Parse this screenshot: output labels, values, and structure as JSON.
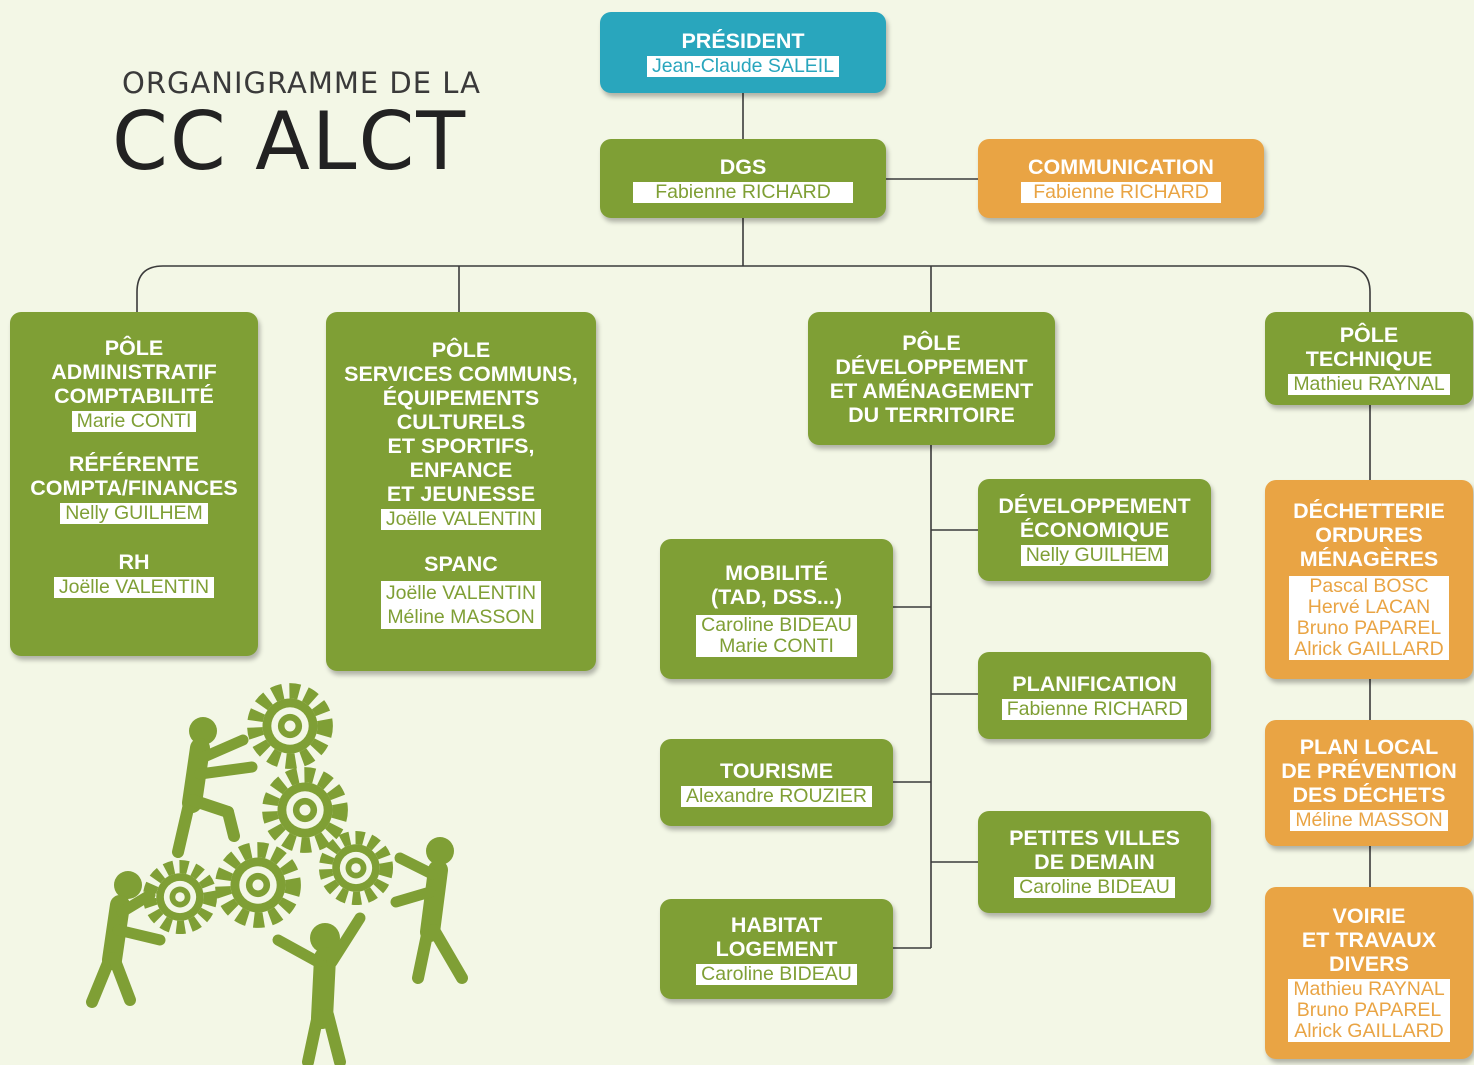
{
  "title": {
    "line1": "ORGANIGRAMME DE LA",
    "line2": "CC ALCT"
  },
  "colors": {
    "green": "#7f9f35",
    "orange": "#e9a444",
    "teal": "#29a6bd",
    "background": "#f3f7e6"
  },
  "president": {
    "title": "PRÉSIDENT",
    "name": "Jean-Claude SALEIL"
  },
  "dgs": {
    "title": "DGS",
    "name": "Fabienne RICHARD"
  },
  "communication": {
    "title": "COMMUNICATION",
    "name": "Fabienne RICHARD"
  },
  "pole_admin": {
    "title": "PÔLE\nADMINISTRATIF\nCOMPTABILITÉ",
    "name": "Marie CONTI",
    "referente_title": "RÉFÉRENTE\nCOMPTA/FINANCES",
    "referente_name": "Nelly GUILHEM",
    "rh_title": "RH",
    "rh_name": "Joëlle VALENTIN"
  },
  "pole_services": {
    "title": "PÔLE\nSERVICES COMMUNS,\nÉQUIPEMENTS\nCULTURELS\nET SPORTIFS,\nENFANCE\nET JEUNESSE",
    "name": "Joëlle VALENTIN",
    "spanc_title": "SPANC",
    "spanc_names": "Joëlle VALENTIN\nMéline MASSON"
  },
  "pole_dev": {
    "title": "PÔLE\nDÉVELOPPEMENT\nET AMÉNAGEMENT\nDU TERRITOIRE"
  },
  "mobilite": {
    "title": "MOBILITÉ\n(TAD, DSS...)",
    "names": "Caroline BIDEAU\nMarie CONTI"
  },
  "tourisme": {
    "title": "TOURISME",
    "name": "Alexandre ROUZIER"
  },
  "habitat": {
    "title": "HABITAT\nLOGEMENT",
    "name": "Caroline BIDEAU"
  },
  "dev_eco": {
    "title": "DÉVELOPPEMENT\nÉCONOMIQUE",
    "name": "Nelly GUILHEM"
  },
  "planification": {
    "title": "PLANIFICATION",
    "name": "Fabienne RICHARD"
  },
  "petites_villes": {
    "title": "PETITES VILLES\nDE DEMAIN",
    "name": "Caroline BIDEAU"
  },
  "pole_technique": {
    "title": "PÔLE\nTECHNIQUE",
    "name": "Mathieu RAYNAL"
  },
  "dechetterie": {
    "title": "DÉCHETTERIE\nORDURES\nMÉNAGÈRES",
    "names": "Pascal BOSC\nHervé LACAN\nBruno PAPAREL\nAlrick GAILLARD"
  },
  "plan_local": {
    "title": "PLAN LOCAL\nDE PRÉVENTION\nDES DÉCHETS",
    "name": "Méline MASSON"
  },
  "voirie": {
    "title": "VOIRIE\nET TRAVAUX\nDIVERS",
    "names": "Mathieu RAYNAL\nBruno PAPAREL\nAlrick GAILLARD"
  }
}
